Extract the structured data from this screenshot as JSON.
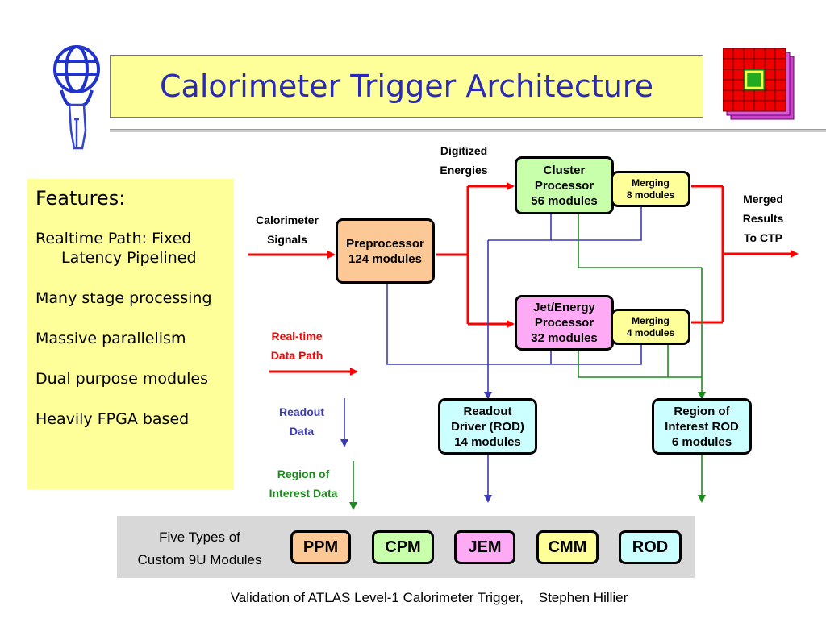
{
  "title": "Calorimeter Trigger Architecture",
  "features": {
    "heading": "Features:",
    "items": [
      {
        "line1": "Realtime Path: Fixed",
        "line2": "Latency Pipelined"
      },
      {
        "line1": "Many stage processing",
        "line2": ""
      },
      {
        "line1": "Massive parallelism",
        "line2": ""
      },
      {
        "line1": "Dual purpose modules",
        "line2": ""
      },
      {
        "line1": "Heavily FPGA based",
        "line2": ""
      }
    ]
  },
  "diagram": {
    "input_label": "Calorimeter\nSignals",
    "digitized_label": "Digitized\nEnergies",
    "output_label": "Merged\nResults\nTo CTP",
    "nodes": {
      "preprocessor": "Preprocessor\n124 modules",
      "cluster": "Cluster\nProcessor\n56 modules",
      "merge_cp": "Merging\n8 modules",
      "jet": "Jet/Energy\nProcessor\n32 modules",
      "merge_jep": "Merging\n4 modules",
      "rod": "Readout\nDriver (ROD)\n14 modules",
      "roi_rod": "Region of\nInterest ROD\n6 modules"
    },
    "colors": {
      "preprocessor": "#fcc896",
      "processor": "#c8ffaa",
      "jet": "#ffaaf5",
      "merge": "#ffff99",
      "rod": "#ccffff",
      "realtime": "#ff0000",
      "readout": "#3b3bb5",
      "roi": "#1c8a1c"
    }
  },
  "legend": {
    "realtime": "Real-time\nData Path",
    "readout": "Readout\nData",
    "roi": "Region of\nInterest Data"
  },
  "modules": {
    "caption": "Five Types of\nCustom 9U Modules",
    "items": [
      {
        "label": "PPM",
        "color": "#fcc896"
      },
      {
        "label": "CPM",
        "color": "#c8ffaa"
      },
      {
        "label": "JEM",
        "color": "#ffaaf5"
      },
      {
        "label": "CMM",
        "color": "#ffff99"
      },
      {
        "label": "ROD",
        "color": "#ccffff"
      }
    ]
  },
  "footer": "Validation of ATLAS Level-1 Calorimeter Trigger,    Stephen Hillier"
}
